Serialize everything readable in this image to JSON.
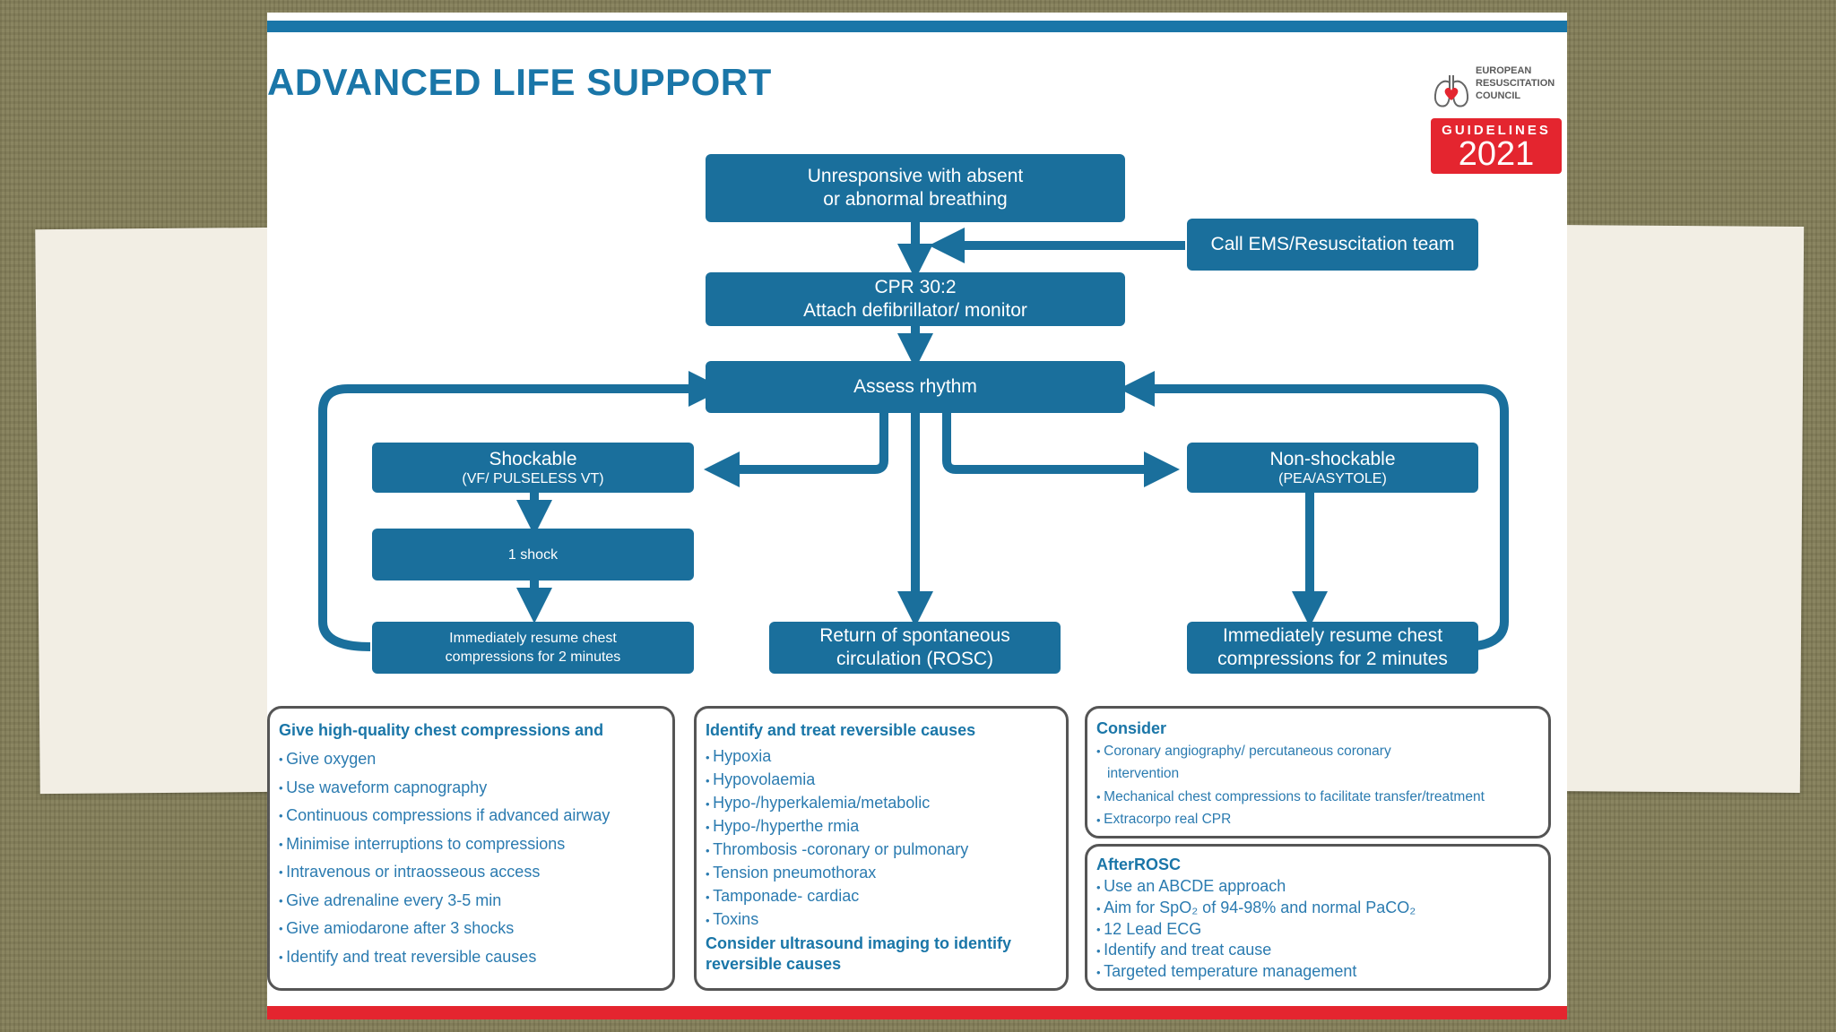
{
  "title": "ADVANCED LIFE SUPPORT",
  "logo": {
    "org_line1": "EUROPEAN",
    "org_line2": "RESUSCITATION",
    "org_line3": "COUNCIL",
    "badge_label": "GUIDELINES",
    "badge_year": "2021"
  },
  "colors": {
    "primary_blue": "#1a6f9c",
    "accent_blue": "#1a76a8",
    "accent_red": "#e4252f"
  },
  "flowchart": {
    "start": {
      "line1": "Unresponsive with absent",
      "line2": "or abnormal breathing"
    },
    "call": "Call EMS/Resuscitation team",
    "cpr": {
      "line1": "CPR 30:2",
      "line2": "Attach defibrillator/ monitor"
    },
    "assess": "Assess rhythm",
    "shockable": {
      "title": "Shockable",
      "sub": "(VF/ PULSELESS VT)"
    },
    "non_shockable": {
      "title": "Non-shockable",
      "sub": "(PEA/ASYTOLE)"
    },
    "shock": "1 shock",
    "resume_left": {
      "line1": "Immediately resume chest",
      "line2": "compressions for 2 minutes"
    },
    "rosc": {
      "line1": "Return of spontaneous",
      "line2": "circulation (ROSC)"
    },
    "resume_right": {
      "line1": "Immediately resume chest",
      "line2": "compressions for 2 minutes"
    }
  },
  "panels": {
    "compressions": {
      "heading": "Give high-quality chest compressions and",
      "items": [
        "Give oxygen",
        "Use waveform capnography",
        "Continuous compressions if advanced airway",
        "Minimise interruptions to compressions",
        "Intravenous or intraosseous access",
        "Give adrenaline every 3-5 min",
        "Give amiodarone after 3 shocks",
        "Identify and treat reversible causes"
      ]
    },
    "reversible": {
      "heading": "Identify and treat reversible causes",
      "items": [
        "Hypoxia",
        "Hypovolaemia",
        "Hypo-/hyperkalemia/metabolic",
        "Hypo-/hyperthe rmia",
        "Thrombosis -coronary or pulmonary",
        "Tension pneumothorax",
        "Tamponade- cardiac",
        "Toxins"
      ],
      "footer": "Consider ultrasound imaging to identify reversible causes"
    },
    "consider": {
      "heading": "Consider",
      "items": [
        "Coronary angiography/ percutaneous coronary",
        "intervention",
        "Mechanical chest compressions to facilitate transfer/treatment",
        "Extracorpo real CPR"
      ]
    },
    "after_rosc": {
      "heading": "AfterROSC",
      "items": [
        "Use an ABCDE approach",
        "Aim for SpO₂ of 94-98% and normal PaCO₂",
        "12 Lead ECG",
        "Identify and treat cause",
        "Targeted temperature management"
      ]
    }
  }
}
